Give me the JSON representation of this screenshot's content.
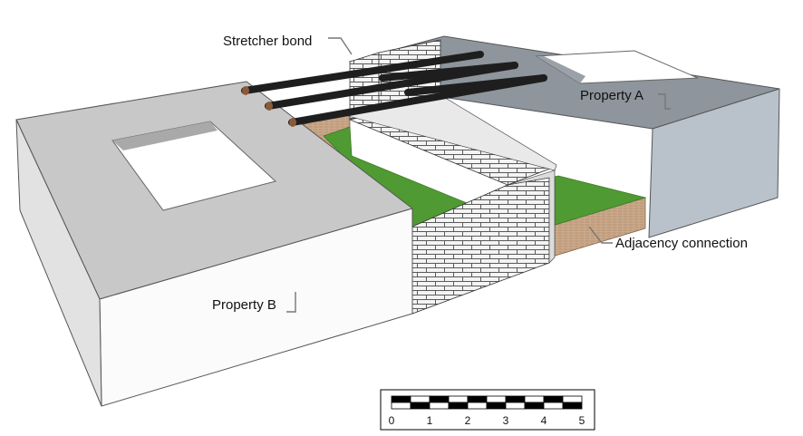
{
  "labels": {
    "stretcher_bond": "Stretcher bond",
    "property_a": "Property A",
    "property_b": "Property B",
    "adjacency_connection": "Adjacency connection"
  },
  "scale_bar": {
    "ticks": [
      "0",
      "1",
      "2",
      "3",
      "4",
      "5"
    ]
  },
  "colors": {
    "property_b_top": "#c8c8c8",
    "property_b_front": "#fbfbfb",
    "property_b_side": "#e2e2e2",
    "property_a_top": "#8e959c",
    "property_a_side": "#b9c2cb",
    "lawn": "#4f9a32",
    "brick_wall": "#f4f4f4",
    "mortar": "#5a5a5a",
    "joists": "#1e1e1e",
    "timber": "#c9a788"
  }
}
